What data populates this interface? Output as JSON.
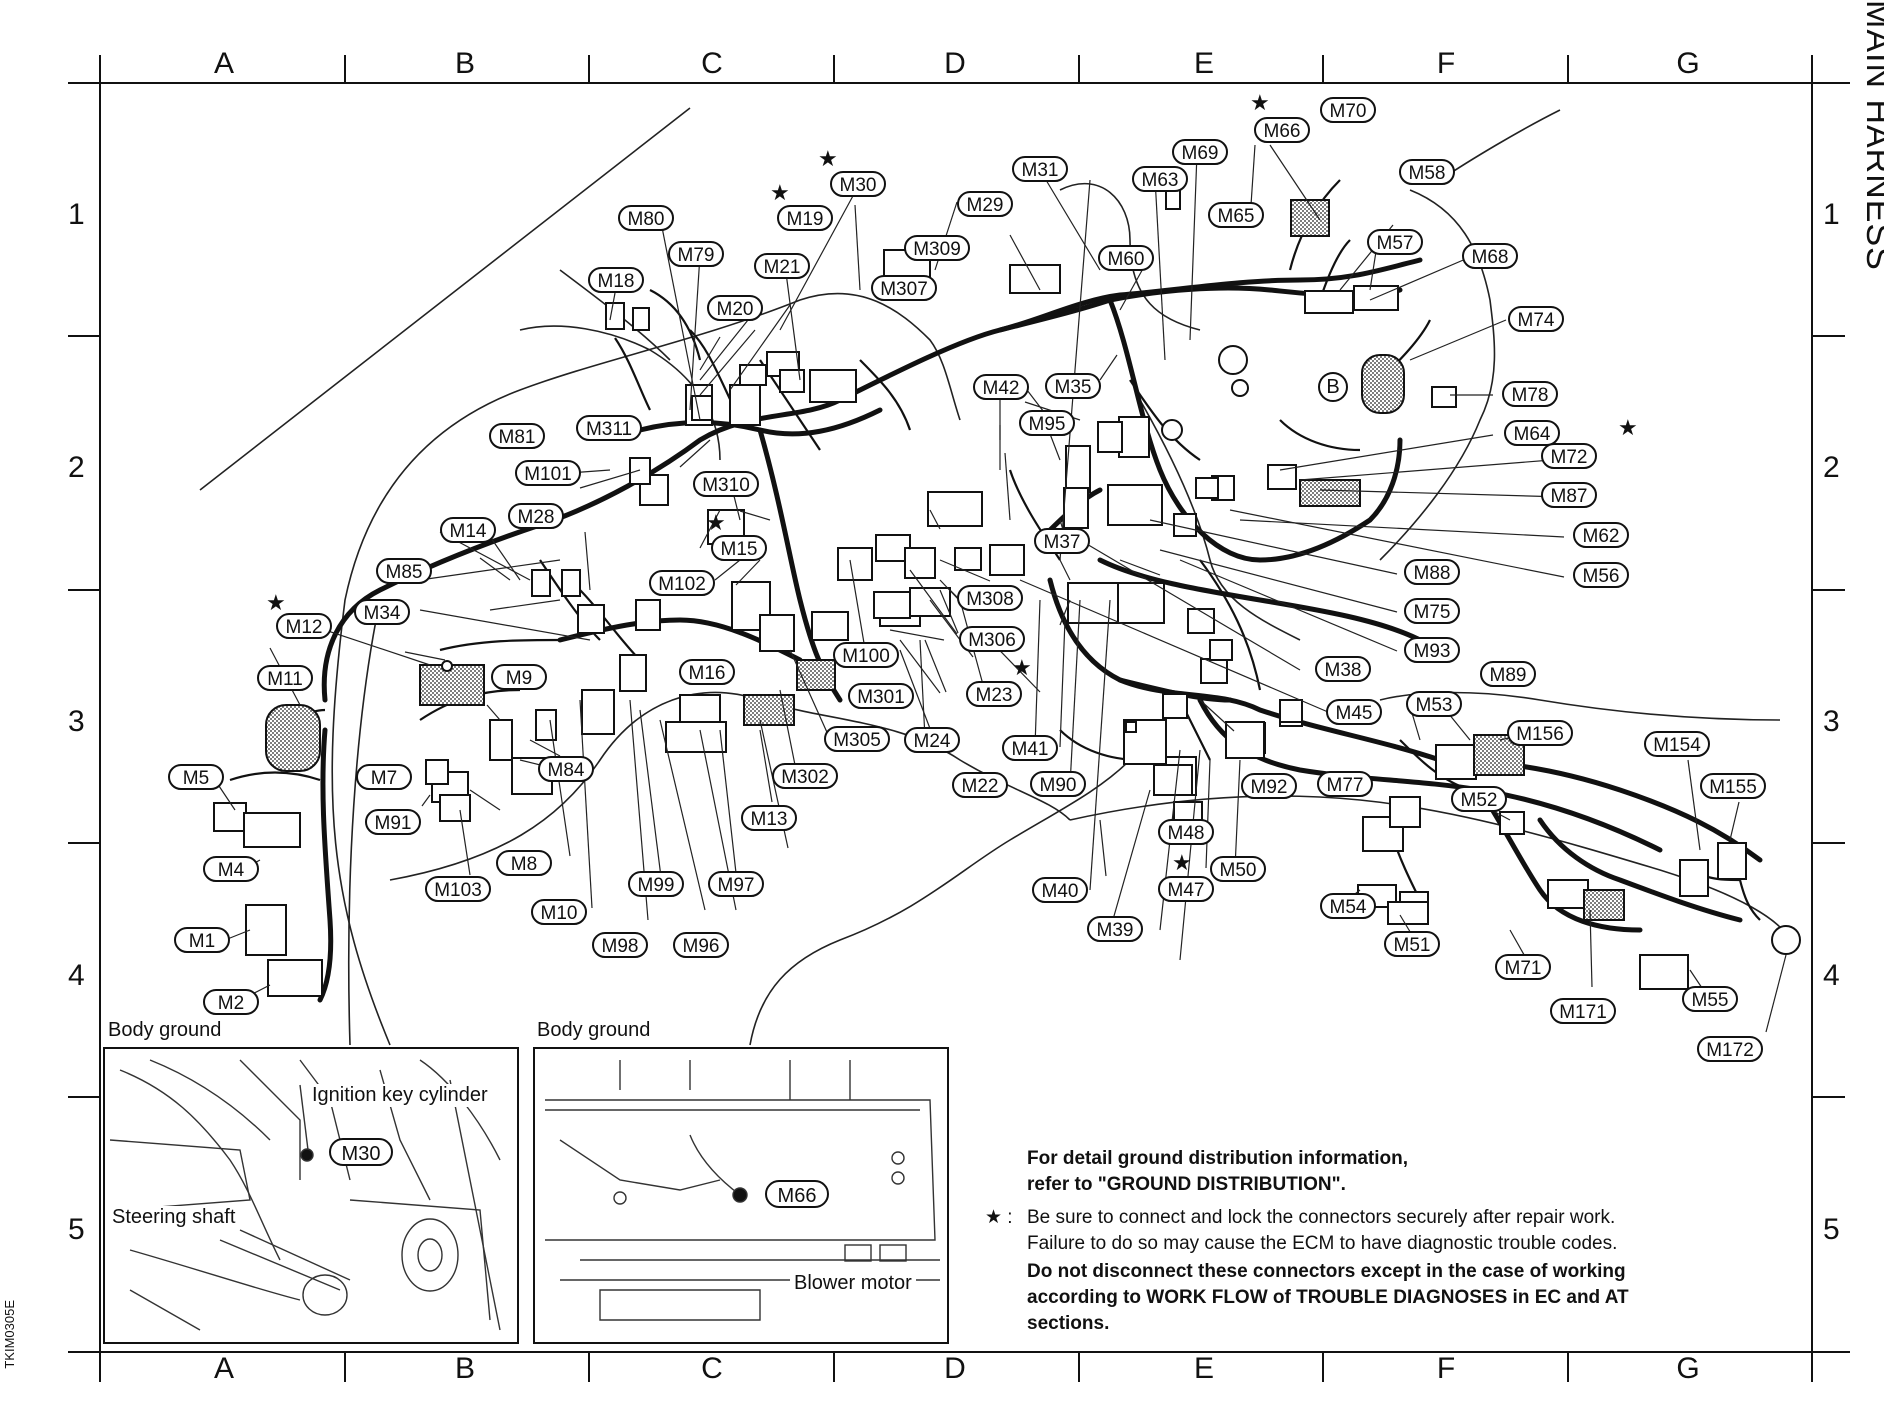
{
  "sheet_title": "MAIN HARNESS",
  "document_id": "TKIM0305E",
  "grid": {
    "columns": [
      "A",
      "B",
      "C",
      "D",
      "E",
      "F",
      "G"
    ],
    "rows": [
      "1",
      "2",
      "3",
      "4",
      "5"
    ]
  },
  "connectors": {
    "M1": "M1",
    "M2": "M2",
    "M4": "M4",
    "M5": "M5",
    "M7": "M7",
    "M8": "M8",
    "M9": "M9",
    "M10": "M10",
    "M11": "M11",
    "M12": "M12",
    "M13": "M13",
    "M14": "M14",
    "M15": "M15",
    "M16": "M16",
    "M18": "M18",
    "M19": "M19",
    "M20": "M20",
    "M21": "M21",
    "M22": "M22",
    "M23": "M23",
    "M24": "M24",
    "M28": "M28",
    "M29": "M29",
    "M30": "M30",
    "M31": "M31",
    "M34": "M34",
    "M35": "M35",
    "M37": "M37",
    "M38": "M38",
    "M39": "M39",
    "M40": "M40",
    "M41": "M41",
    "M42": "M42",
    "M45": "M45",
    "M47": "M47",
    "M48": "M48",
    "M50": "M50",
    "M51": "M51",
    "M52": "M52",
    "M53": "M53",
    "M54": "M54",
    "M55": "M55",
    "M56": "M56",
    "M57": "M57",
    "M58": "M58",
    "M60": "M60",
    "M62": "M62",
    "M63": "M63",
    "M64": "M64",
    "M65": "M65",
    "M66": "M66",
    "M68": "M68",
    "M69": "M69",
    "M70": "M70",
    "M71": "M71",
    "M72": "M72",
    "M74": "M74",
    "M75": "M75",
    "M77": "M77",
    "M78": "M78",
    "M79": "M79",
    "M80": "M80",
    "M81": "M81",
    "M84": "M84",
    "M85": "M85",
    "M87": "M87",
    "M88": "M88",
    "M89": "M89",
    "M90": "M90",
    "M91": "M91",
    "M92": "M92",
    "M93": "M93",
    "M95": "M95",
    "M96": "M96",
    "M97": "M97",
    "M98": "M98",
    "M99": "M99",
    "M100": "M100",
    "M101": "M101",
    "M102": "M102",
    "M103": "M103",
    "M154": "M154",
    "M155": "M155",
    "M156": "M156",
    "M171": "M171",
    "M172": "M172",
    "M301": "M301",
    "M302": "M302",
    "M305": "M305",
    "M306": "M306",
    "M307": "M307",
    "M308": "M308",
    "M309": "M309",
    "M310": "M310",
    "M311": "M311"
  },
  "ground_marker": "B",
  "star_symbol": "★",
  "insets": {
    "left": {
      "title": "Body ground",
      "connector": "M30",
      "callouts": [
        "Ignition key cylinder",
        "Steering shaft"
      ]
    },
    "right": {
      "title": "Body ground",
      "connector": "M66",
      "callouts": [
        "Blower motor"
      ]
    }
  },
  "notes": {
    "ground_line1": "For detail ground distribution information,",
    "ground_line2": "refer to \"GROUND DISTRIBUTION\".",
    "star_prefix": "★ :",
    "star_line1": "Be sure to connect and lock the connectors securely after repair work.",
    "star_line2": "Failure to do so may cause the ECM to have diagnostic trouble codes.",
    "bold_line1": "Do not disconnect these connectors except in the case of working",
    "bold_line2": "according to WORK FLOW of TROUBLE DIAGNOSES in EC and AT",
    "bold_line3": "sections."
  }
}
